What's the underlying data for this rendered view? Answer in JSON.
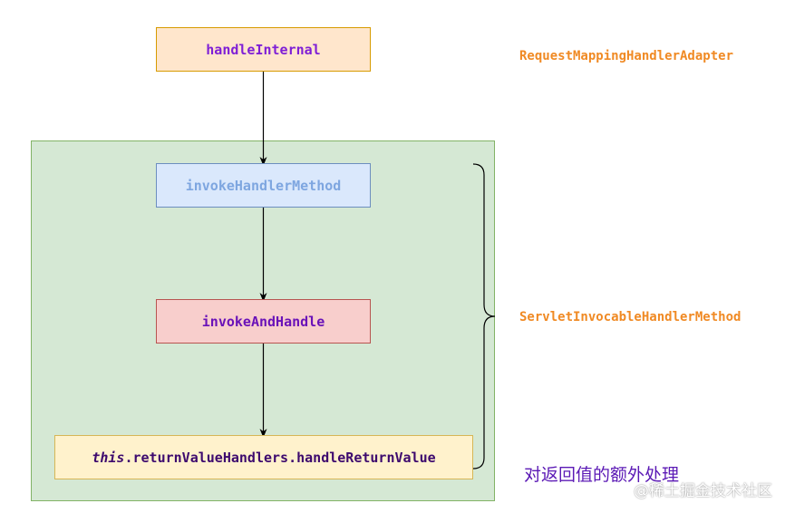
{
  "nodes": {
    "handle_internal": "handleInternal",
    "invoke_handler_method": "invokeHandlerMethod",
    "invoke_and_handle": "invokeAndHandle",
    "handle_return_value_this": "this",
    "handle_return_value_rest": ".returnValueHandlers.handleReturnValue"
  },
  "labels": {
    "adapter": "RequestMappingHandlerAdapter",
    "servlet": "ServletInvocableHandlerMethod",
    "note": "对返回值的额外处理"
  },
  "watermark": "@稀土掘金技术社区",
  "colors": {
    "group_fill": "#d5e8d4",
    "label_orange": "#f08a24",
    "note_purple": "#5b19b5"
  }
}
